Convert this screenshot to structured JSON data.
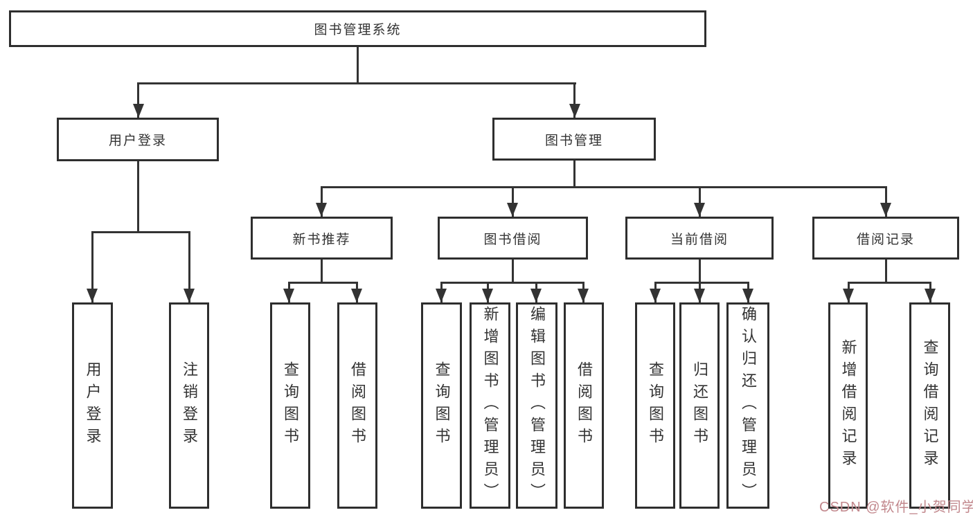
{
  "diagram": {
    "title_node": "图书管理系统",
    "nodes": {
      "root": "图书管理系统",
      "user_login": "用户登录",
      "book_mgmt": "图书管理",
      "new_book_rec": "新书推荐",
      "book_borrow": "图书借阅",
      "current_borrow": "当前借阅",
      "borrow_records": "借阅记录",
      "leaf_user_login": "用户登录",
      "leaf_logout": "注销登录",
      "leaf_rec_query": "查询图书",
      "leaf_rec_borrow": "借阅图书",
      "leaf_bb_query": "查询图书",
      "leaf_bb_add": "新增图书（管理员）",
      "leaf_bb_edit": "编辑图书（管理员）",
      "leaf_bb_borrow": "借阅图书",
      "leaf_cb_query": "查询图书",
      "leaf_cb_return": "归还图书",
      "leaf_cb_confirm": "确认归还（管理员）",
      "leaf_br_add": "新增借阅记录",
      "leaf_br_query": "查询借阅记录"
    },
    "colors": {
      "line": "#333333",
      "border": "#2e2e2e",
      "background": "#ffffff",
      "text": "#333333",
      "watermark": "#c2888d"
    }
  },
  "watermark": {
    "text": "CSDN @软件_小贺同学"
  }
}
